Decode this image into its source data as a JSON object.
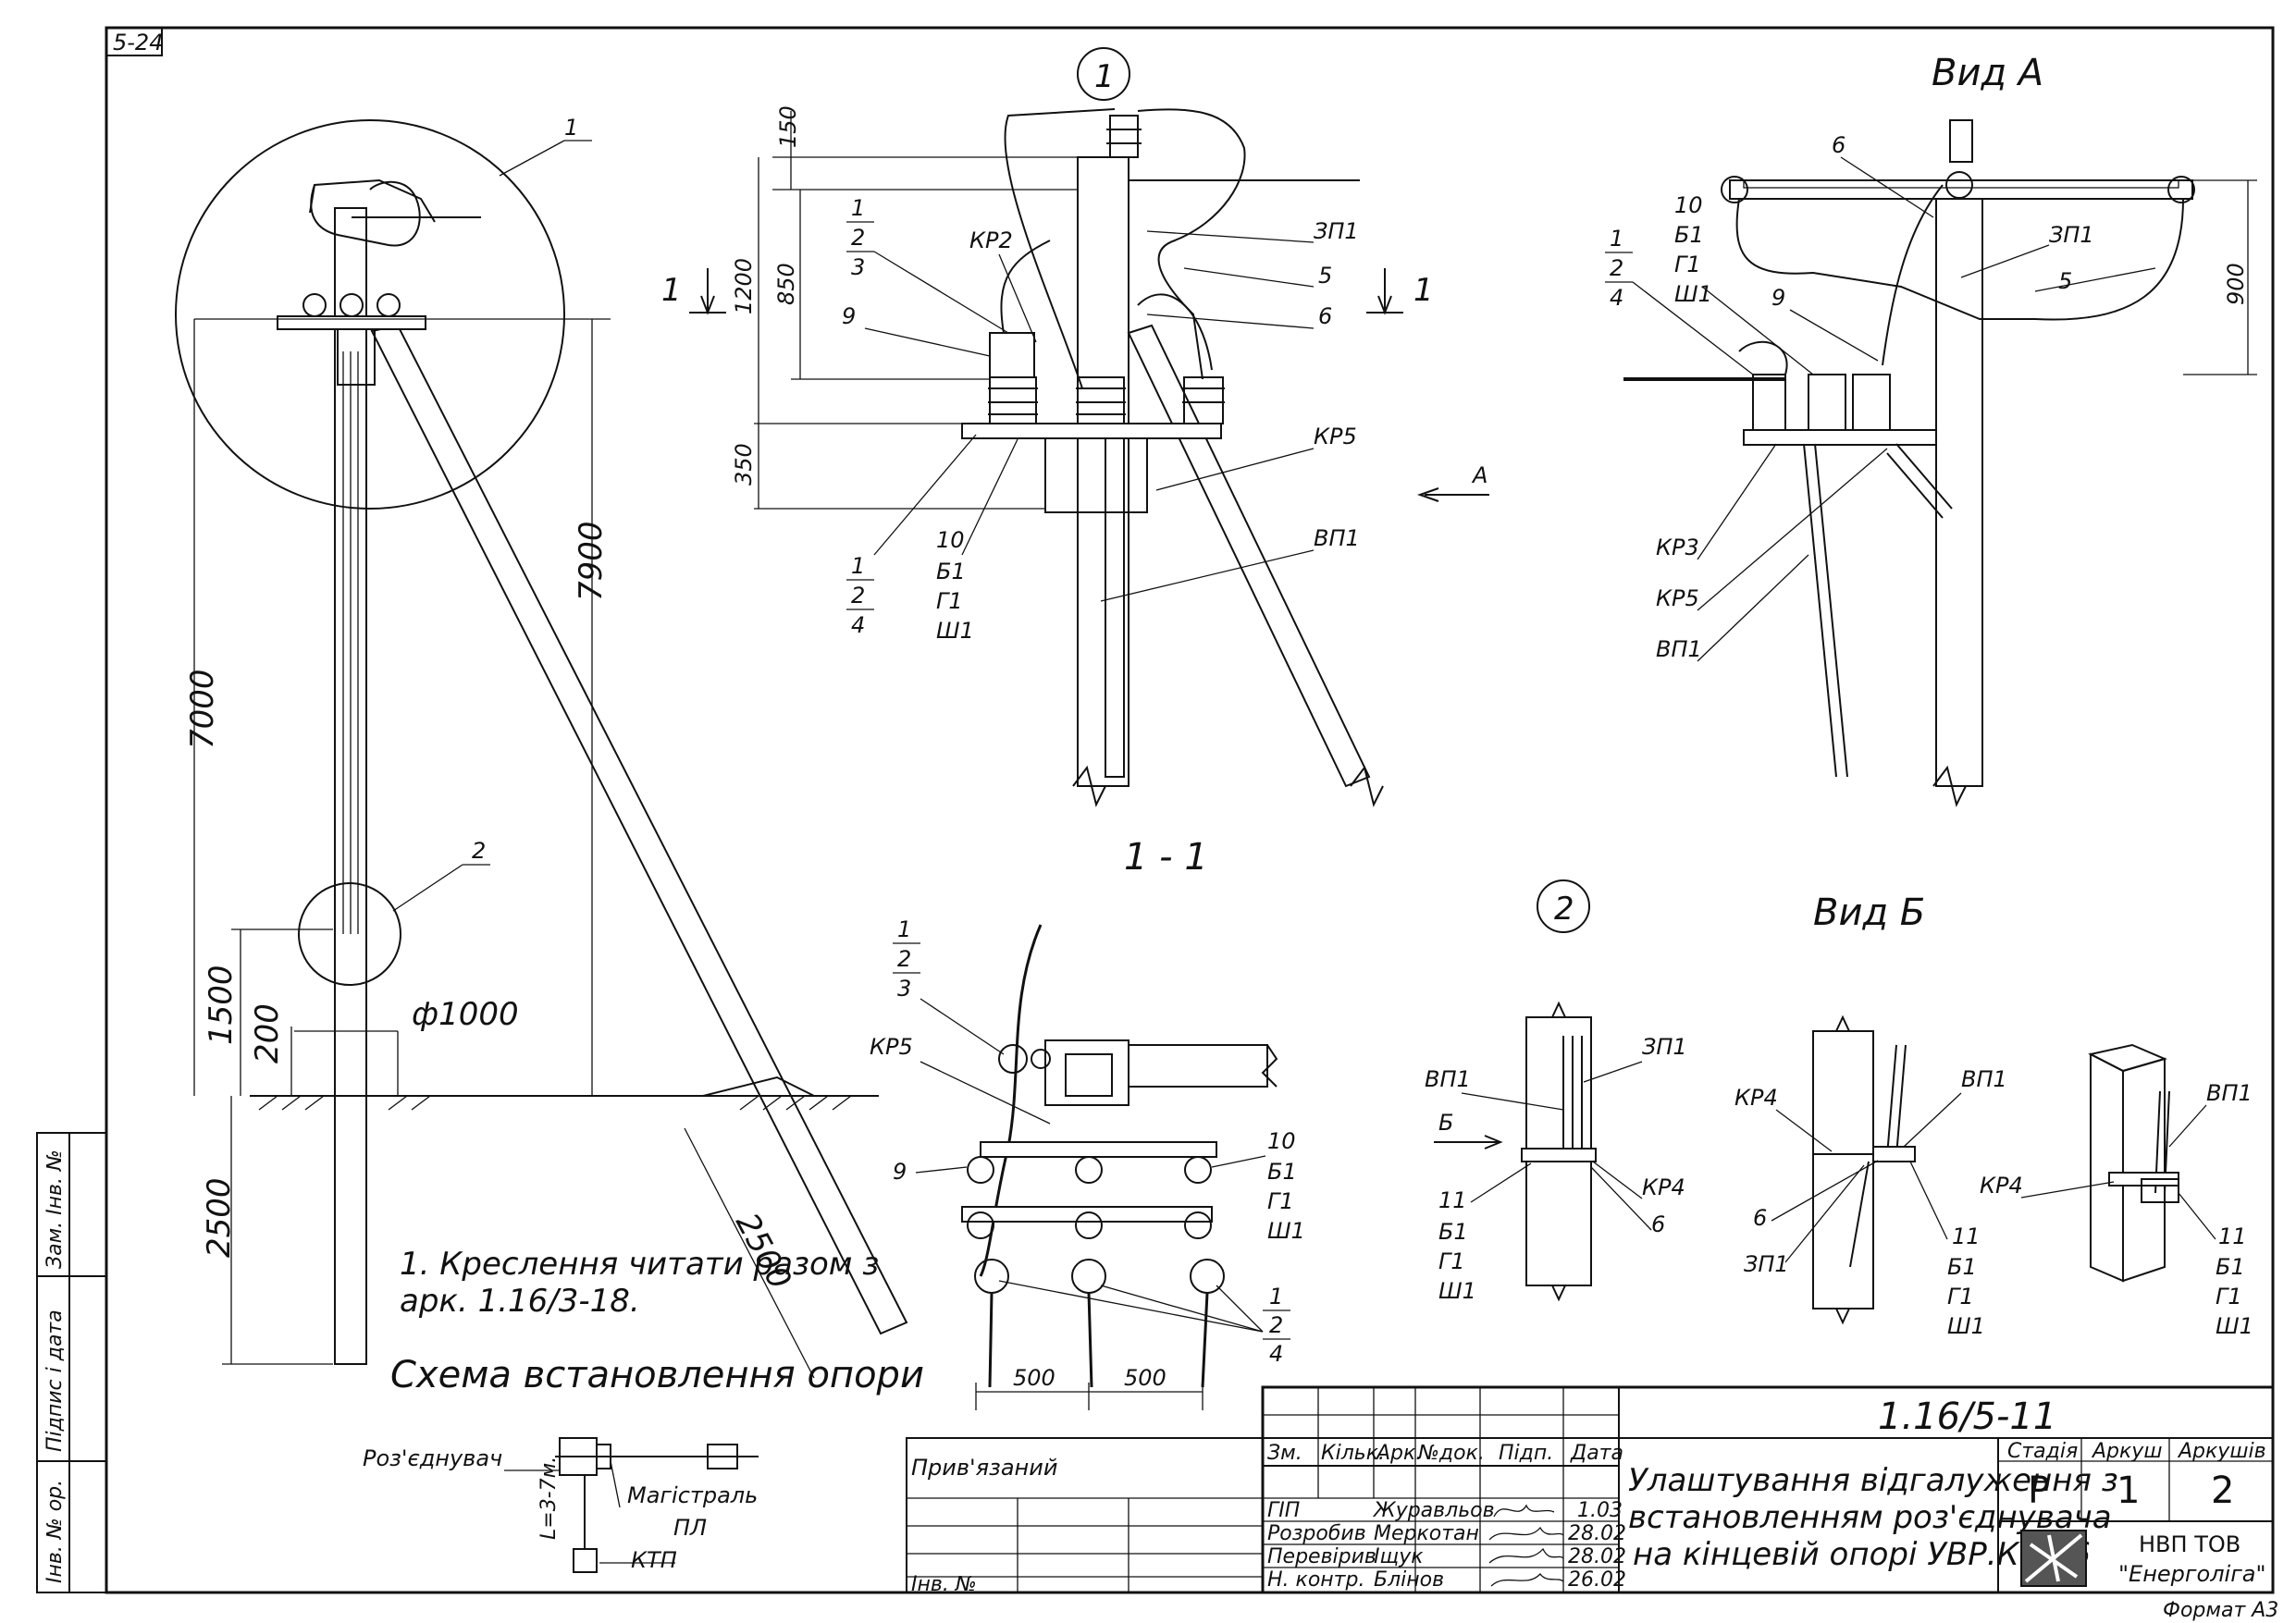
{
  "sheet": {
    "corner_code": "5-24",
    "format_label": "Формат А3"
  },
  "side_stamp": {
    "zam_inv": "Зам. Інв. №",
    "pidpys": "Підпис і дата",
    "inv_orig": "Інв. № ор."
  },
  "main_view": {
    "callout_1": "1",
    "callout_2": "2",
    "dim_7900": "7900",
    "dim_7000": "7000",
    "dim_1500": "1500",
    "dim_200": "200",
    "dim_phi": "ф1000",
    "dim_2500_v": "2500",
    "dim_2500_d": "2500",
    "note": [
      "1. Креслення читати разом з",
      "арк. 1.16/3-18."
    ]
  },
  "section_11": {
    "circle_label": "1",
    "caption": "1 - 1",
    "cut_label": "1",
    "dims": [
      "150",
      "1200",
      "850",
      "350"
    ],
    "stack_top": [
      "1",
      "2",
      "3"
    ],
    "stack_bottom": [
      "1",
      "2",
      "4"
    ],
    "stack_right": [
      "10",
      "Б1",
      "Г1",
      "Ш1"
    ],
    "labels": {
      "kr2": "КР2",
      "zp1": "ЗП1",
      "n5": "5",
      "n6": "6",
      "n9": "9",
      "kr5": "КР5",
      "vp1": "ВП1",
      "a": "А"
    }
  },
  "view_a": {
    "title": "Вид А",
    "dim": "900",
    "stack_left": [
      "1",
      "2",
      "4"
    ],
    "stack_mid": [
      "10",
      "Б1",
      "Г1",
      "Ш1"
    ],
    "labels": {
      "n6": "6",
      "zp1": "ЗП1",
      "n5": "5",
      "n9": "9",
      "kr3": "КР3",
      "kr5": "КР5",
      "vp1": "ВП1"
    }
  },
  "plan_view": {
    "stack_top": [
      "1",
      "2",
      "3"
    ],
    "stack_right_top": [
      "10",
      "Б1",
      "Г1",
      "Ш1"
    ],
    "stack_right_bottom": [
      "1",
      "2",
      "4"
    ],
    "kr5": "КР5",
    "n9": "9",
    "dim_left": "500",
    "dim_right": "500"
  },
  "node2": {
    "circle_label": "2",
    "title": "Вид Б",
    "left": {
      "vp1": "ВП1",
      "zp1": "ЗП1",
      "b": "Б",
      "kr4": "КР4",
      "n6": "6",
      "stack": [
        "11",
        "Б1",
        "Г1",
        "Ш1"
      ]
    },
    "mid": {
      "kr4": "КР4",
      "vp1": "ВП1",
      "n6": "6",
      "zp1": "ЗП1",
      "stack": [
        "11",
        "Б1",
        "Г1",
        "Ш1"
      ]
    },
    "right": {
      "vp1": "ВП1",
      "kr4": "КР4",
      "stack": [
        "11",
        "Б1",
        "Г1",
        "Ш1"
      ]
    }
  },
  "scheme": {
    "title": "Схема встановлення опори",
    "switch": "Роз'єднувач",
    "main": "Магістраль",
    "pl": "ПЛ",
    "ktp": "КТП",
    "len": "L=3-7м."
  },
  "title_block": {
    "code": "1.16/5-11",
    "privyazanyi": "Прив'язаний",
    "inv_no": "Інв. №",
    "headers": [
      "Зм.",
      "Кільк.",
      "Арк.",
      "№док.",
      "Підп.",
      "Дата"
    ],
    "rows": [
      {
        "role": "ГІП",
        "name": "Журавльов",
        "date": "1.03"
      },
      {
        "role": "Розробив",
        "name": "Меркотан",
        "date": "28.02"
      },
      {
        "role": "Перевірив",
        "name": "Іщук",
        "date": "28.02"
      },
      {
        "role": "Н. контр.",
        "name": "Блінов",
        "date": "26.02"
      }
    ],
    "title_lines": [
      "Улаштування відгалуження з",
      "встановленням роз'єднувача",
      "на кінцевій опорі УВР.К10-6"
    ],
    "stage_label": "Стадія",
    "sheet_label": "Аркуш",
    "sheets_label": "Аркушів",
    "stage": "Р",
    "sheet": "1",
    "sheets": "2",
    "company": [
      "НВП ТОВ",
      "\"Енерголіга\""
    ]
  }
}
